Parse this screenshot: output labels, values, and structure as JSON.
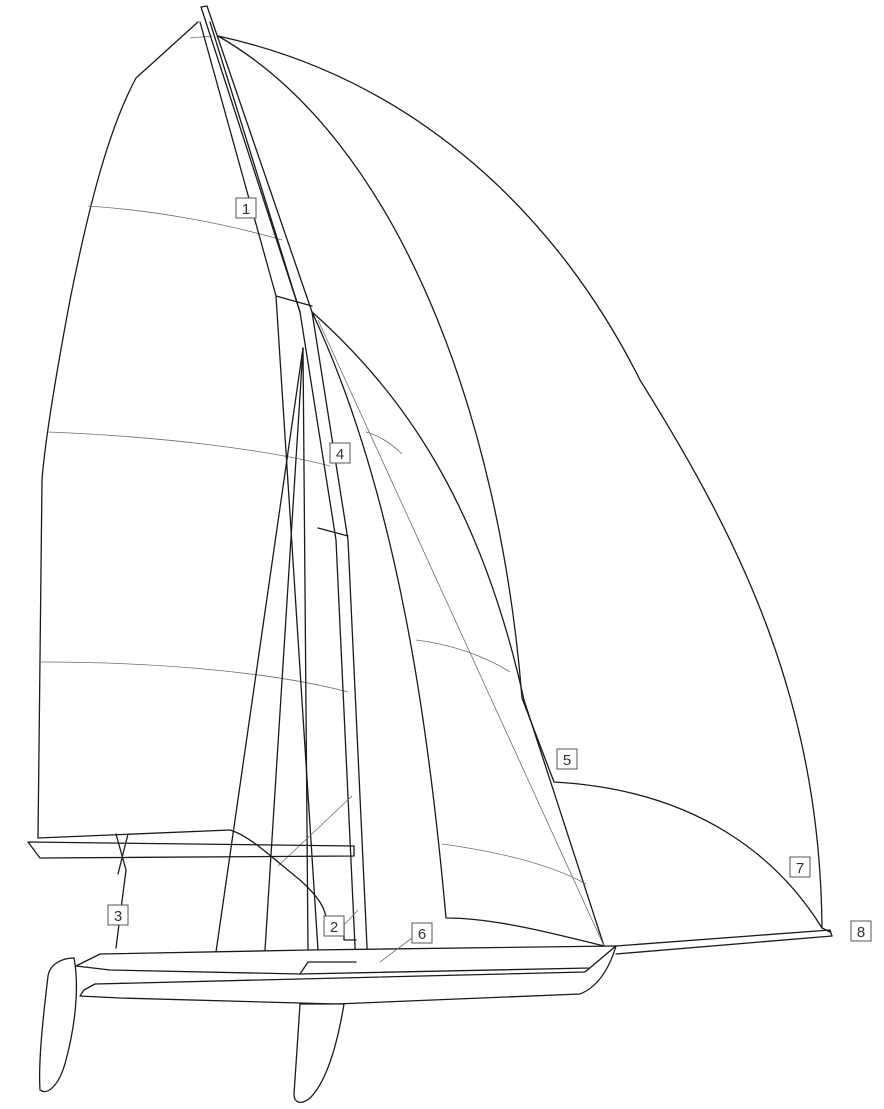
{
  "callouts": [
    {
      "id": "1",
      "label": "1"
    },
    {
      "id": "2",
      "label": "2"
    },
    {
      "id": "3",
      "label": "3"
    },
    {
      "id": "4",
      "label": "4"
    },
    {
      "id": "5",
      "label": "5"
    },
    {
      "id": "6",
      "label": "6"
    },
    {
      "id": "7",
      "label": "7"
    },
    {
      "id": "8",
      "label": "8"
    }
  ],
  "colors": {
    "line": "#1a1a1a",
    "seam": "#6e6e6e",
    "label_border": "#555555",
    "label_text": "#333333",
    "background": "#ffffff"
  }
}
